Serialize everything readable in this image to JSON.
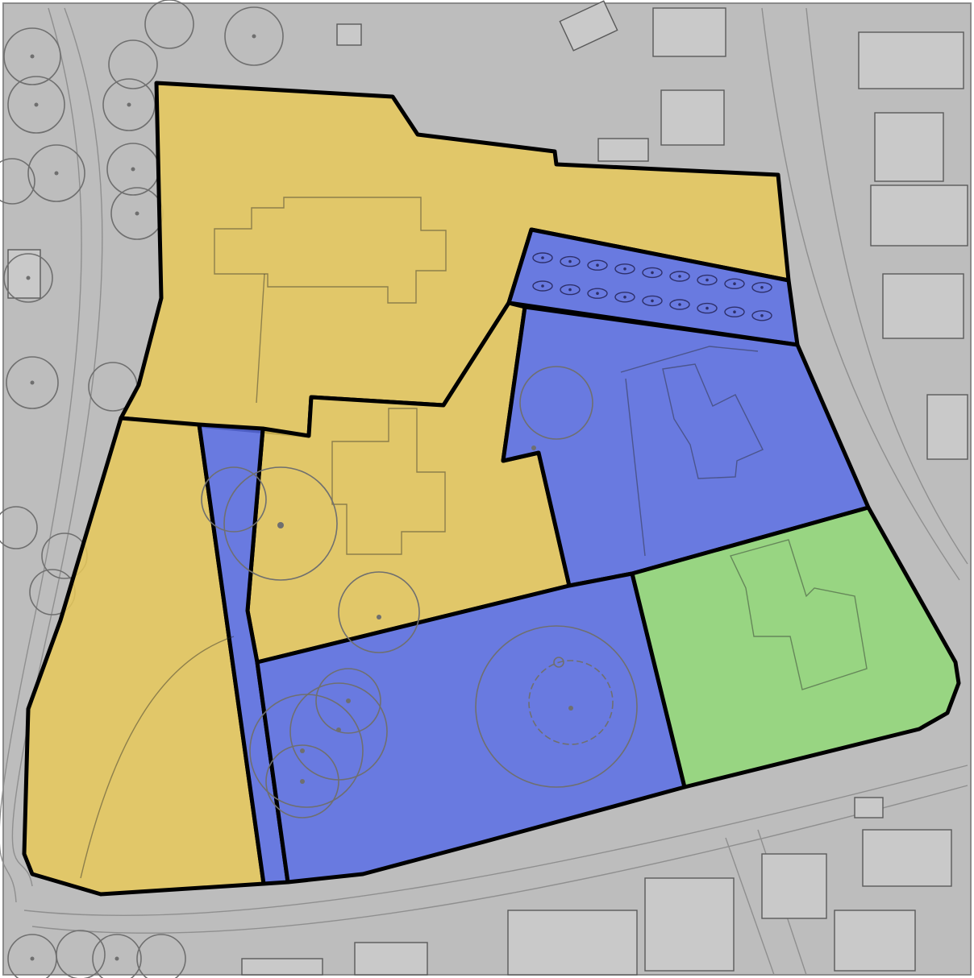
{
  "map": {
    "background_color": "#bdbdbd",
    "frame_color": "#8a8a8a"
  },
  "legend_colors": {
    "yellow": "#e8c95a",
    "blue": "#5b6ee6",
    "green": "#92d978"
  },
  "parcels": [
    {
      "id": "north-yellow",
      "category": "yellow"
    },
    {
      "id": "west-yellow",
      "category": "yellow"
    },
    {
      "id": "center-yellow",
      "category": "yellow"
    },
    {
      "id": "narrow-blue-strip",
      "category": "blue"
    },
    {
      "id": "northeast-blue-strip",
      "category": "blue"
    },
    {
      "id": "east-blue",
      "category": "blue"
    },
    {
      "id": "south-blue",
      "category": "blue"
    },
    {
      "id": "southeast-green",
      "category": "green"
    }
  ],
  "icons": {
    "tree": "tree-canopy-icon",
    "building": "building-footprint-icon"
  }
}
